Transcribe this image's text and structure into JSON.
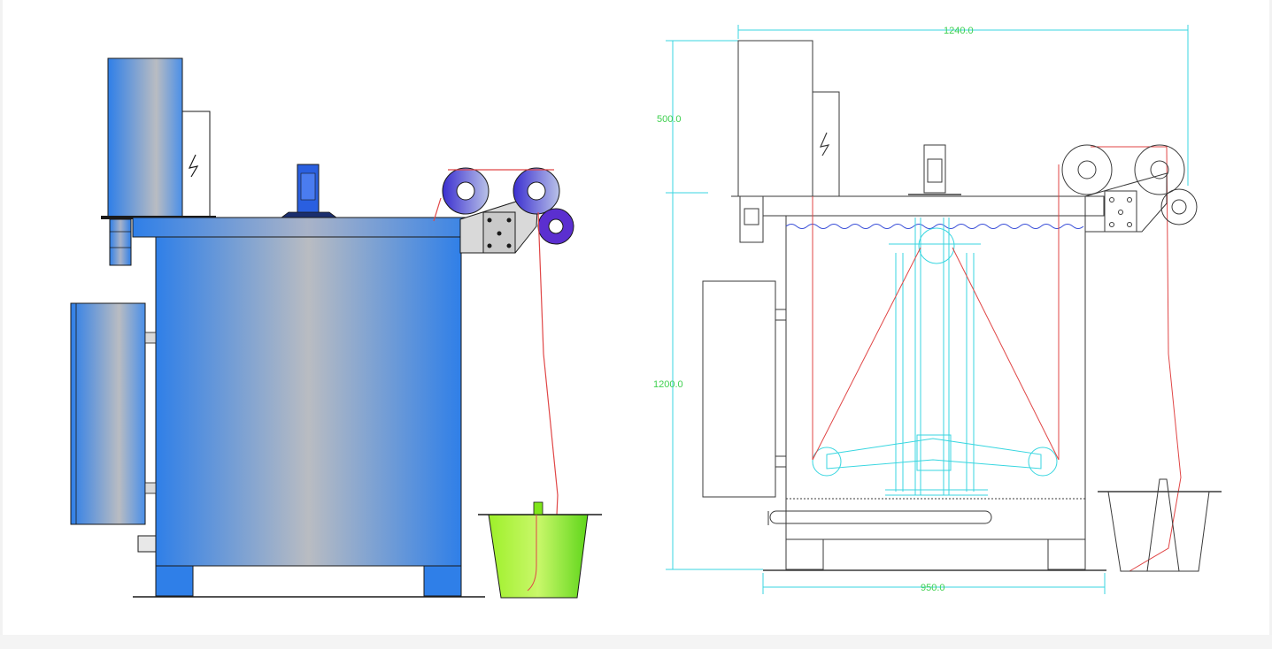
{
  "colors": {
    "tank_blue": "#2f7fe8",
    "tank_grey": "#b9bcc2",
    "outline": "#1a1a1a",
    "belt_red": "#e04646",
    "bucket_green": "#7fe61a",
    "pulley_purple": "#5b2fd0",
    "dimension_green": "#3fd04f",
    "dimension_cyan": "#38d6e0",
    "wave_blue": "#3a4fd8"
  },
  "dimensions": {
    "overall_width": "1240.0",
    "top_height": "500.0",
    "body_height": "1200.0",
    "leg_span": "950.0"
  }
}
